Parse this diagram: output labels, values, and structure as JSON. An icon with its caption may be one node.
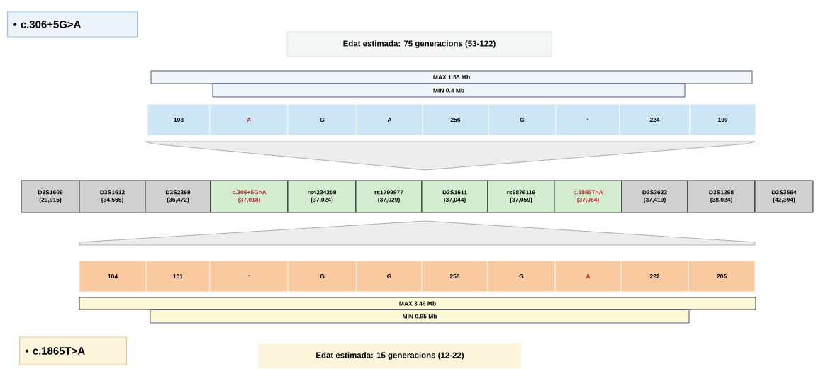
{
  "diagram": {
    "nodes": [
      {
        "text": [
          "• c.306+5G>A"
        ]
      },
      {
        "text": [
          "Edat estimada: 75 generacions (53-122)"
        ]
      },
      {
        "text": [
          "MAX 1.55 Mb"
        ]
      },
      {
        "text": [
          "MIN 0.4 Mb"
        ]
      },
      {
        "text": [
          "103"
        ]
      },
      {
        "text": [
          "A"
        ]
      },
      {
        "text": [
          "G"
        ]
      },
      {
        "text": [
          "A"
        ]
      },
      {
        "text": [
          "256"
        ]
      },
      {
        "text": [
          "G"
        ]
      },
      {
        "text": [
          "-"
        ]
      },
      {
        "text": [
          "224"
        ]
      },
      {
        "text": [
          "199"
        ]
      },
      {
        "text": [
          "D3S1609",
          "(29,915)"
        ]
      },
      {
        "text": [
          "D3S1612",
          "(34,565)"
        ]
      },
      {
        "text": [
          "D3S2369",
          "(36,472)"
        ]
      },
      {
        "text": [
          "c.306+5G>A",
          "(37,018)"
        ]
      },
      {
        "text": [
          "rs4234259",
          "(37,024)"
        ]
      },
      {
        "text": [
          "rs1799977",
          "(37,029)"
        ]
      },
      {
        "text": [
          "D3S1611",
          "(37,044)"
        ]
      },
      {
        "text": [
          "rs9876116",
          "(37,059)"
        ]
      },
      {
        "text": [
          "c.1865T>A",
          "(37,064)"
        ]
      },
      {
        "text": [
          "D3S3623",
          "(37,419)"
        ]
      },
      {
        "text": [
          "D3S1298",
          "(38,024)"
        ]
      },
      {
        "text": [
          "D3S3564",
          "(42,394)"
        ]
      },
      {
        "text": [
          "104"
        ]
      },
      {
        "text": [
          "101"
        ]
      },
      {
        "text": [
          "-"
        ]
      },
      {
        "text": [
          "G"
        ]
      },
      {
        "text": [
          "G"
        ]
      },
      {
        "text": [
          "256"
        ]
      },
      {
        "text": [
          "G"
        ]
      },
      {
        "text": [
          "A"
        ]
      },
      {
        "text": [
          "222"
        ]
      },
      {
        "text": [
          "205"
        ]
      },
      {
        "text": [
          "MAX 3.46 Mb"
        ]
      },
      {
        "text": [
          "MIN 0.95 Mb"
        ]
      },
      {
        "text": [
          "• c.1865T>A"
        ]
      },
      {
        "text": [
          "Edat estimada: 15 generacions (12-22)"
        ]
      }
    ]
  }
}
